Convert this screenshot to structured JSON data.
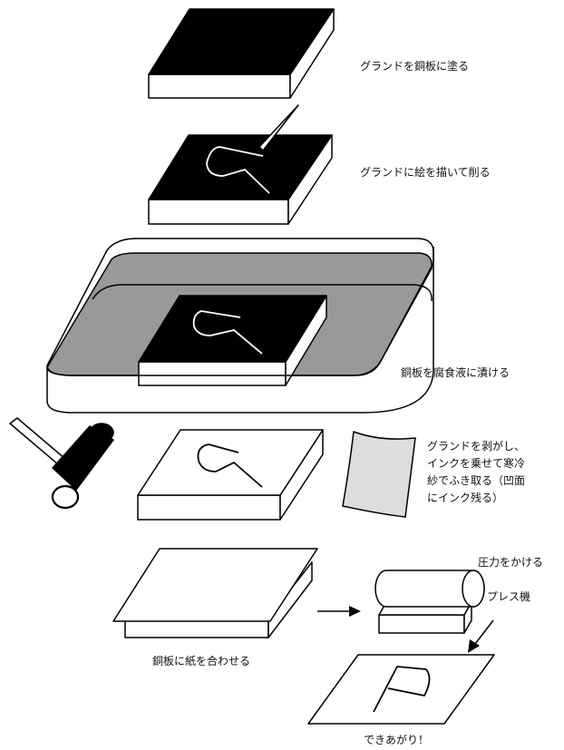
{
  "steps": {
    "coat_ground": "グランドを銅板に塗る",
    "draw_ground": "グランドに絵を描いて削る",
    "etch_bath": "銅板を腐食液に漬ける",
    "ink_wipe": [
      "グランドを剥がし、",
      "インクを乗せて寒冷",
      "紗でふき取る（凹面",
      "にインク残る）"
    ],
    "press_pressure": "圧力をかける",
    "press_machine": "プレス機",
    "paper_on_plate": "銅板に紙を合わせる",
    "finished": "できあがり！"
  }
}
